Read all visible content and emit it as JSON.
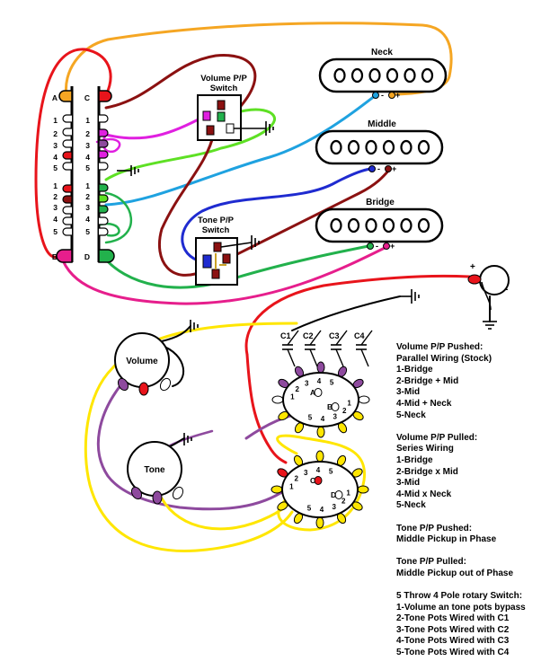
{
  "colors": {
    "red": "#e8141b",
    "orange": "#f5a623",
    "yellow": "#ffe600",
    "green": "#22b14c",
    "lime": "#5ee024",
    "cyan": "#1fa2e0",
    "blue": "#1f2bd0",
    "purple": "#8e4a9e",
    "pink": "#e61e8c",
    "magenta": "#e020e0",
    "brown": "#8b1111",
    "black": "#000000"
  },
  "pickups": {
    "neck": {
      "label": "Neck",
      "minus": "-",
      "plus": "+"
    },
    "middle": {
      "label": "Middle",
      "minus": "-",
      "plus": "+"
    },
    "bridge": {
      "label": "Bridge",
      "minus": "-",
      "plus": "+"
    }
  },
  "switches": {
    "volume_pp": {
      "line1": "Volume P/P",
      "line2": "Switch"
    },
    "tone_pp": {
      "line1": "Tone P/P",
      "line2": "Switch"
    }
  },
  "selector": {
    "left_pole_labels": [
      "A",
      "1",
      "2",
      "3",
      "4",
      "5",
      "1",
      "2",
      "3",
      "4",
      "5",
      "B"
    ],
    "right_pole_labels": [
      "C",
      "1",
      "2",
      "3",
      "4",
      "5",
      "1",
      "2",
      "3",
      "4",
      "5",
      "D"
    ]
  },
  "pots": {
    "volume": "Volume",
    "tone": "Tone"
  },
  "capacitors": [
    "C1",
    "C2",
    "C3",
    "C4"
  ],
  "rotary": {
    "upper_numbers": [
      "1",
      "2",
      "3",
      "4",
      "5",
      "1",
      "2",
      "3",
      "4",
      "5"
    ],
    "upper_poles": [
      "A",
      "B"
    ],
    "lower_numbers": [
      "1",
      "2",
      "3",
      "4",
      "5",
      "1",
      "2",
      "3",
      "4",
      "5"
    ],
    "lower_poles": [
      "C",
      "D"
    ]
  },
  "jack": {
    "plus": "+",
    "minus": "-"
  },
  "notes": [
    {
      "title": "Volume P/P Pushed:",
      "lines": [
        "Parallel Wiring (Stock)",
        "1-Bridge",
        "2-Bridge + Mid",
        "3-Mid",
        "4-Mid + Neck",
        "5-Neck"
      ]
    },
    {
      "title": "Volume P/P Pulled:",
      "lines": [
        "Series Wiring",
        "1-Bridge",
        "2-Bridge x Mid",
        "3-Mid",
        "4-Mid x Neck",
        "5-Neck"
      ]
    },
    {
      "title": "Tone P/P Pushed:",
      "lines": [
        "Middle Pickup in Phase"
      ]
    },
    {
      "title": "Tone P/P Pulled:",
      "lines": [
        "Middle Pickup out of Phase"
      ]
    },
    {
      "title": "5 Throw 4 Pole rotary Switch:",
      "lines": [
        "1-Volume an tone pots bypass",
        "2-Tone Pots Wired with C1",
        "3-Tone Pots Wired with C2",
        "4-Tone Pots Wired with C3",
        "5-Tone Pots Wired with C4"
      ]
    }
  ]
}
